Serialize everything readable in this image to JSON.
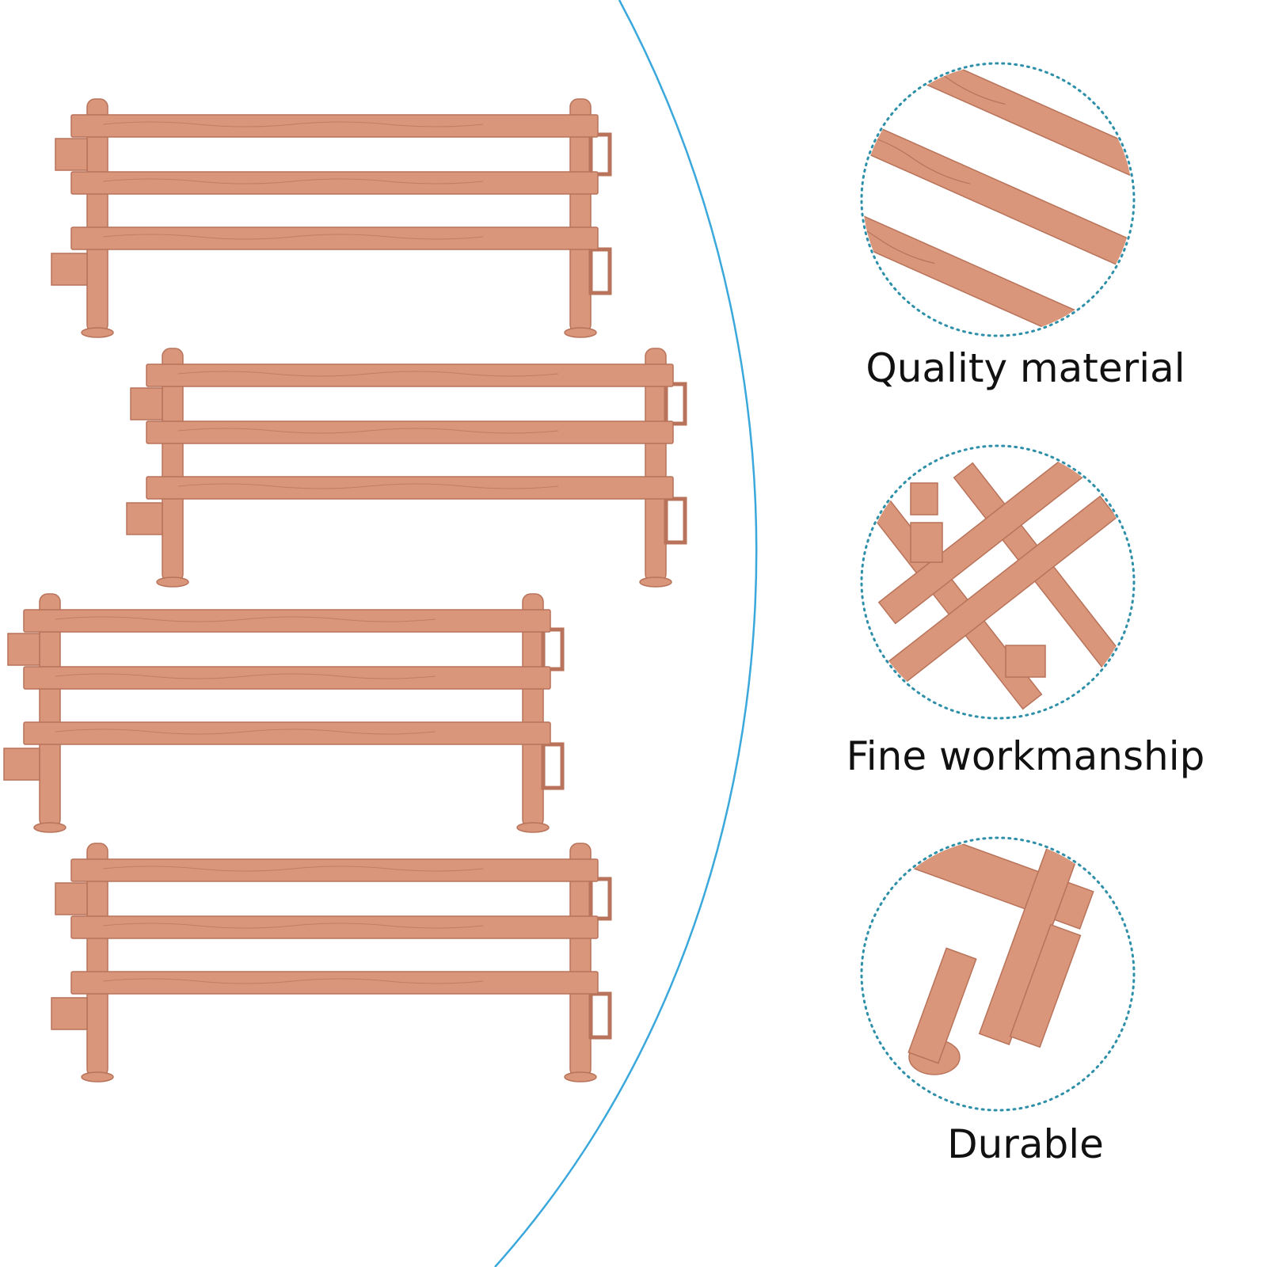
{
  "colors": {
    "background": "#ffffff",
    "divider_arc": "#3aa8dc",
    "dotted_circle": "#2d8fa8",
    "fence": "#d9967a",
    "fence_dark": "#b8735a",
    "text": "#111111"
  },
  "products": {
    "fence_count": 4,
    "item_name": "toy fence section"
  },
  "features": [
    {
      "caption": "Quality material",
      "icon": "fence-rails-closeup"
    },
    {
      "caption": "Fine workmanship",
      "icon": "fence-joint-closeup"
    },
    {
      "caption": "Durable",
      "icon": "fence-post-base-closeup"
    }
  ]
}
